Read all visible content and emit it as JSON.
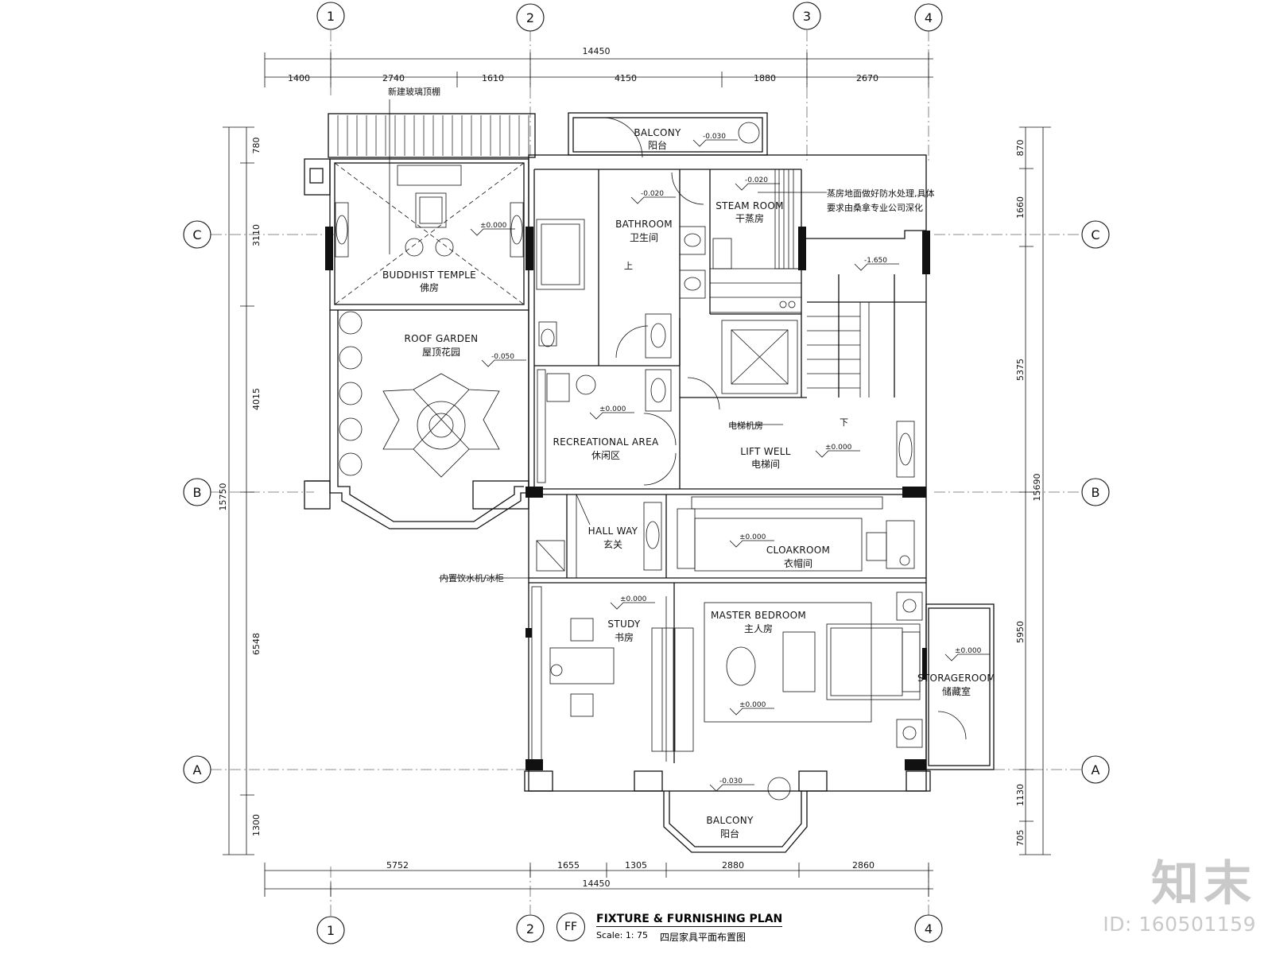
{
  "drawing": {
    "title": "FIXTURE & FURNISHING PLAN",
    "badge": "FF",
    "scale_label": "Scale:",
    "scale_value": "1: 75",
    "title_cn": "四层家具平面布置图"
  },
  "watermark": {
    "logo": "知末",
    "id": "ID: 160501159"
  },
  "grid": {
    "columns": [
      "1",
      "2",
      "3",
      "4"
    ],
    "rows": [
      "C",
      "B",
      "A"
    ]
  },
  "dimensions": {
    "top_total": "14450",
    "top_segments": [
      "1400",
      "2740",
      "1610",
      "4150",
      "1880",
      "2670"
    ],
    "bottom_total": "14450",
    "bottom_segments": [
      "5752",
      "1655",
      "1305",
      "2880",
      "2860"
    ],
    "left_total": "15750",
    "left_segments": [
      "780",
      "3110",
      "4015",
      "6548",
      "1300"
    ],
    "right_total": "15690",
    "right_segments": [
      "870",
      "1660",
      "5375",
      "5950",
      "1130",
      "705"
    ]
  },
  "rooms": {
    "balcony_top": {
      "en": "BALCONY",
      "cn": "阳台"
    },
    "bathroom": {
      "en": "BATHROOM",
      "cn": "卫生间"
    },
    "steam_room": {
      "en": "STEAM ROOM",
      "cn": "干蒸房"
    },
    "buddhist_temple": {
      "en": "BUDDHIST TEMPLE",
      "cn": "佛房"
    },
    "roof_garden": {
      "en": "ROOF GARDEN",
      "cn": "屋顶花园"
    },
    "recreational": {
      "en": "RECREATIONAL   AREA",
      "cn": "休闲区"
    },
    "lift_well": {
      "en": "LIFT WELL",
      "cn": "电梯间"
    },
    "hall_way": {
      "en": "HALL WAY",
      "cn": "玄关"
    },
    "cloakroom": {
      "en": "CLOAKROOM",
      "cn": "衣帽间"
    },
    "study": {
      "en": "STUDY",
      "cn": "书房"
    },
    "master_bedroom": {
      "en": "MASTER  BEDROOM",
      "cn": "主人房"
    },
    "storageroom": {
      "en": "STORAGEROOM",
      "cn": "储藏室"
    },
    "balcony_bottom": {
      "en": "BALCONY",
      "cn": "阳台"
    }
  },
  "levels": {
    "balcony_top": "-0.030",
    "bathroom": "-0.020",
    "steam_room": "-0.020",
    "temple": "±0.000",
    "garden": "-0.050",
    "recreational": "±0.000",
    "stair": "-1.650",
    "lift_well": "±0.000",
    "cloakroom": "±0.000",
    "study": "±0.000",
    "bedroom": "±0.000",
    "storage": "±0.000",
    "balcony_bottom": "-0.030"
  },
  "notes": {
    "skylight": "新建玻璃顶棚",
    "steam_line1": "蒸房地面做好防水处理,具体",
    "steam_line2": "要求由桑拿专业公司深化",
    "lift_machine": "电梯机房",
    "down": "下",
    "builtin": "内置饮水机/冰柜",
    "bath_sym": "上"
  }
}
